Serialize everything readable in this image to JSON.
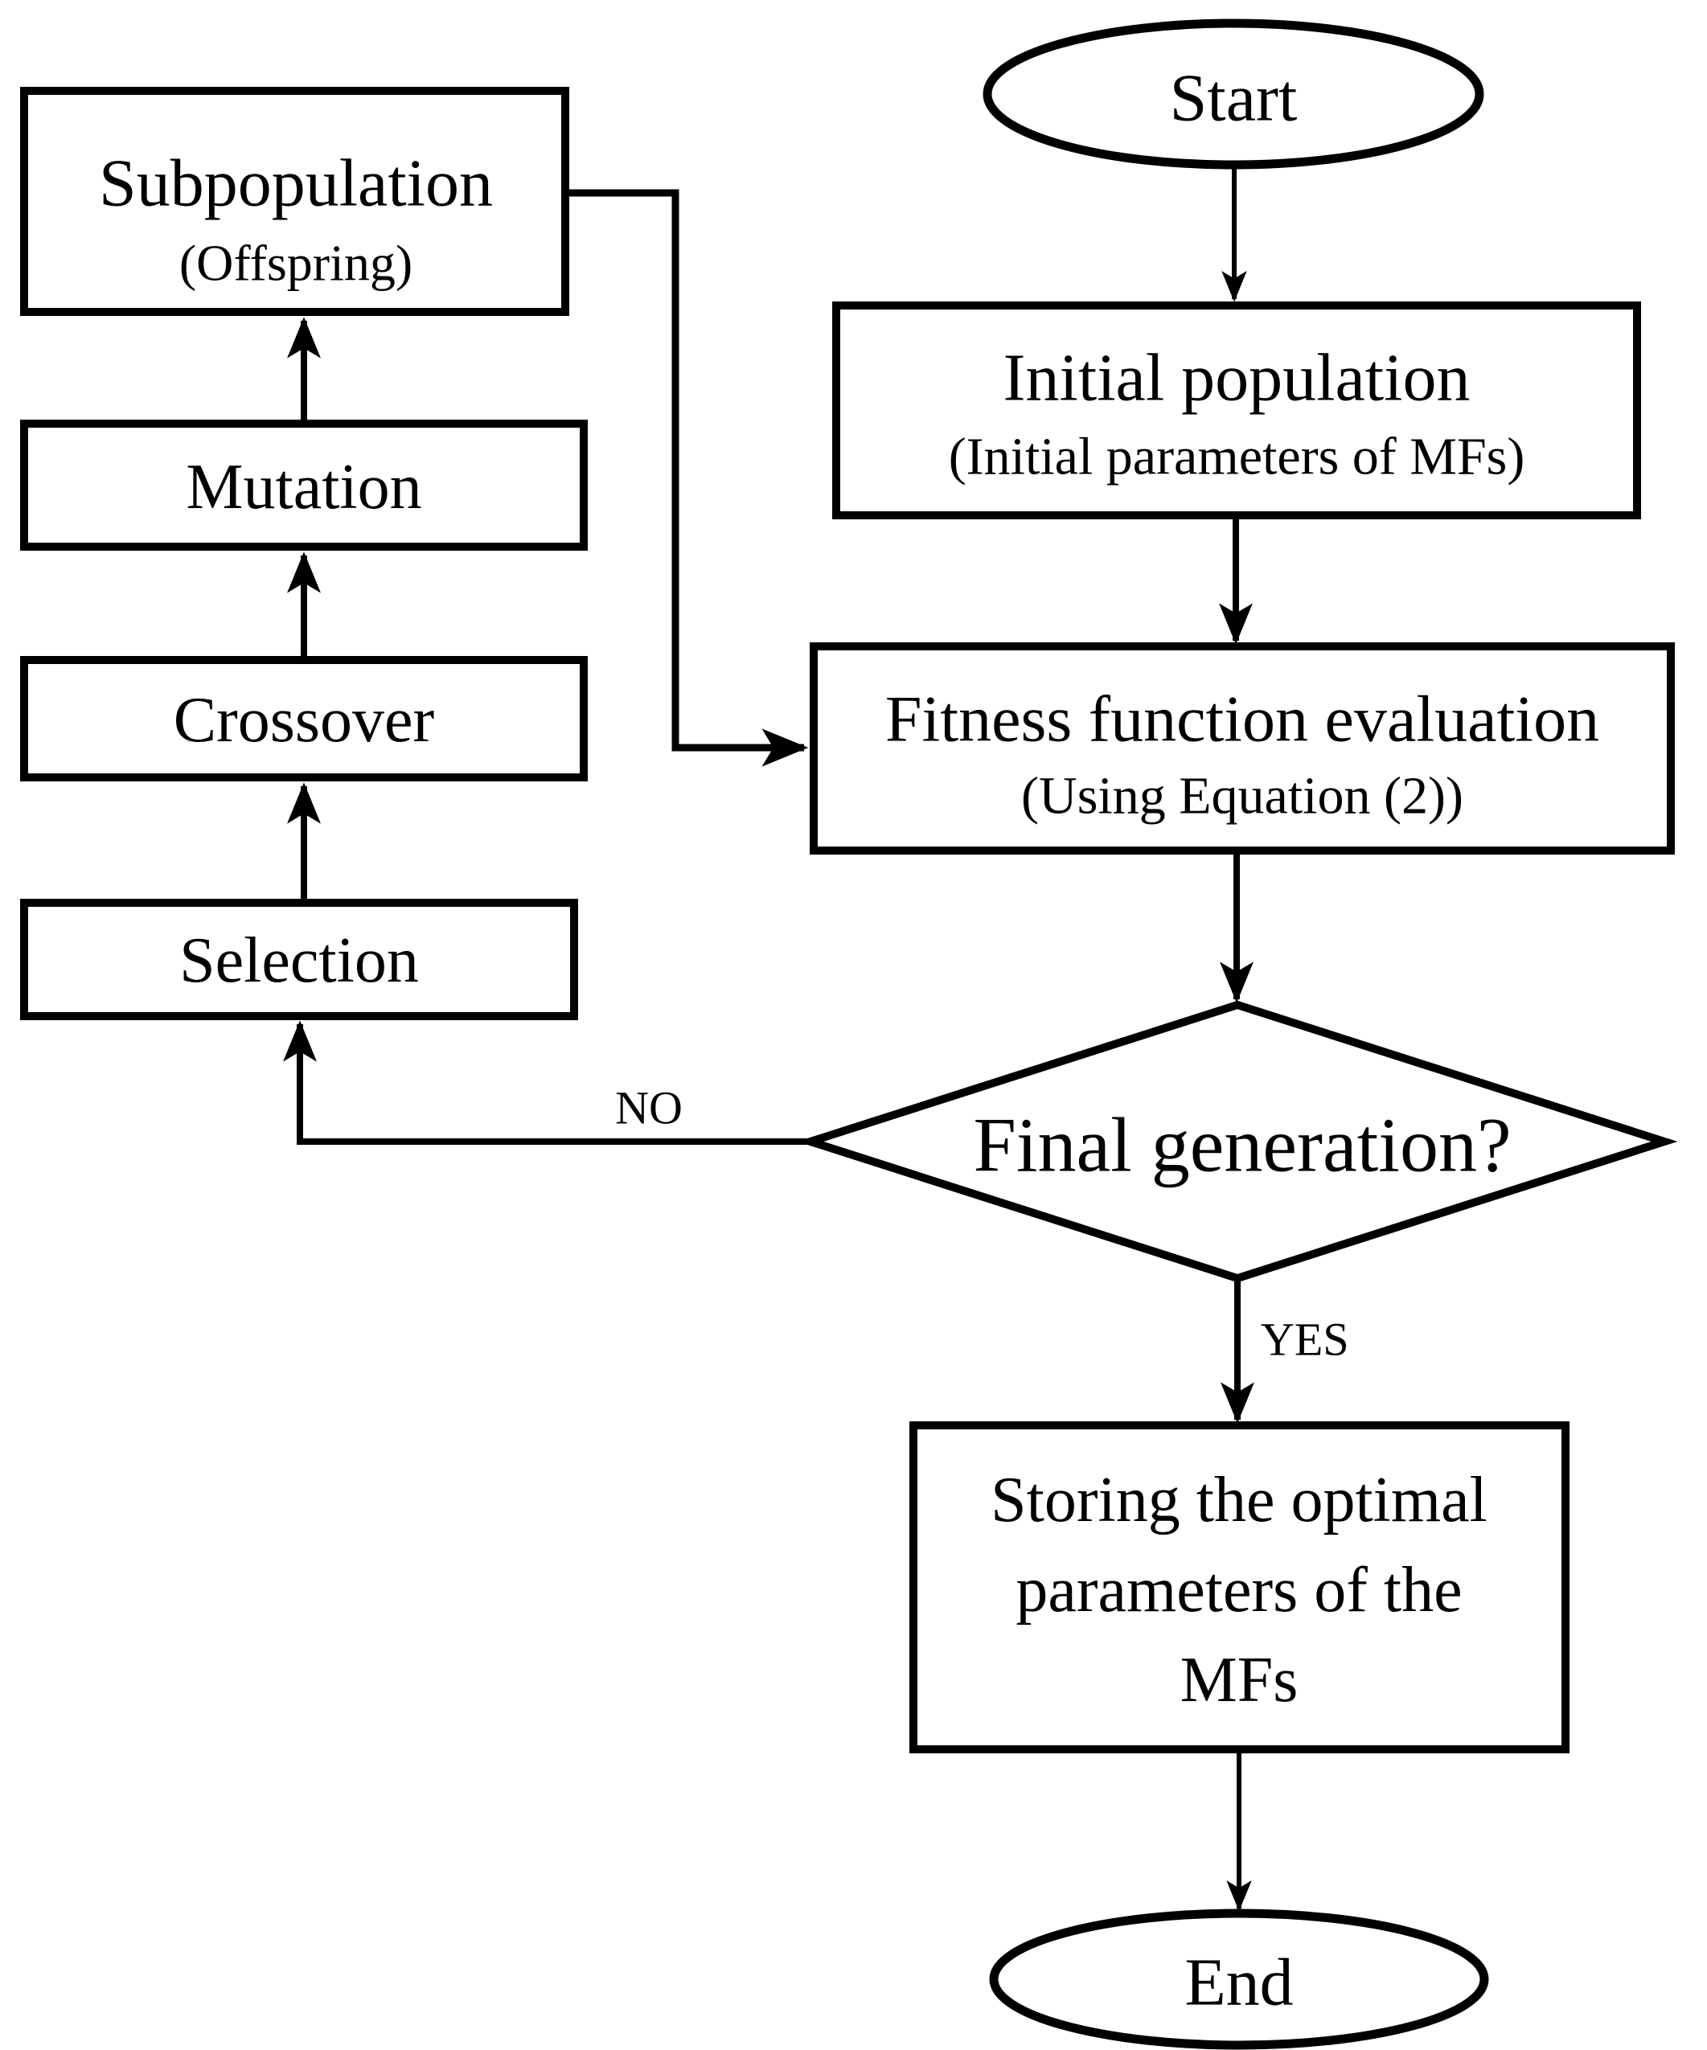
{
  "figure": {
    "background": "#ffffff",
    "stroke_color": "#000000",
    "left_loop": {
      "subpopulation": {
        "title": "Subpopulation",
        "subtitle": "(Offspring)"
      },
      "mutation": {
        "label": "Mutation"
      },
      "crossover": {
        "label": "Crossover"
      },
      "selection": {
        "label": "Selection"
      }
    },
    "main_flow": {
      "start": {
        "label": "Start"
      },
      "initial_population": {
        "title": "Initial population",
        "subtitle": "(Initial parameters of MFs)"
      },
      "fitness_evaluation": {
        "title": "Fitness function evaluation",
        "subtitle": "(Using Equation (2))"
      },
      "final_generation": {
        "label": "Final generation?"
      },
      "storing": {
        "lines": [
          "Storing the optimal",
          "parameters of the",
          "MFs"
        ]
      },
      "end": {
        "label": "End"
      }
    },
    "branch_labels": {
      "no": "NO",
      "yes": "YES"
    }
  }
}
